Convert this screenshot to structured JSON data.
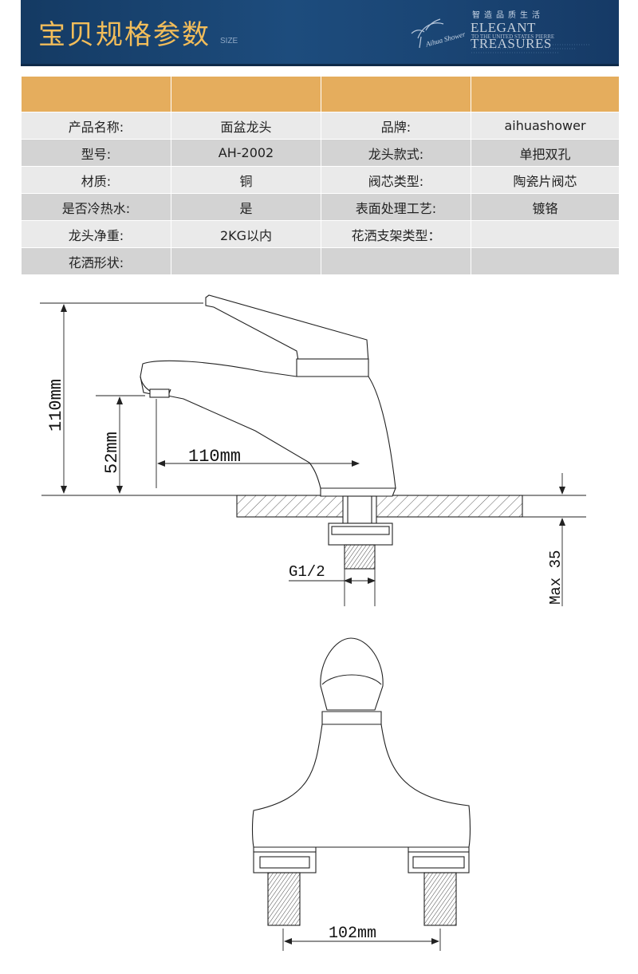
{
  "header": {
    "title": "宝贝规格参数",
    "subtitle": "SIZE",
    "logo_text": "Aihua Shower",
    "slogan_cn": "智造品质生活",
    "slogan_en": "ELEGANT TREASURES",
    "slogan_en_small": "TO THE UNITED STATES PIERRE"
  },
  "spec_table": {
    "header_row": [
      "",
      "",
      "",
      ""
    ],
    "rows": [
      [
        "产品名称:",
        "面盆龙头",
        "品牌:",
        "aihuashower"
      ],
      [
        "型号:",
        "AH-2002",
        "龙头款式:",
        "单把双孔"
      ],
      [
        "材质:",
        "铜",
        "阀芯类型:",
        "陶瓷片阀芯"
      ],
      [
        "是否冷热水:",
        "是",
        "表面处理工艺:",
        "镀铬"
      ],
      [
        "龙头净重:",
        "2KG以内",
        "花洒支架类型：",
        ""
      ],
      [
        "花洒形状:",
        "",
        "",
        ""
      ]
    ]
  },
  "drawing": {
    "height_total": "110mm",
    "spout_height": "52mm",
    "spout_reach": "110mm",
    "thread": "G1/2",
    "max_thickness": "Max 35",
    "hole_spacing": "102mm"
  },
  "colors": {
    "banner_bg": "#1a4574",
    "title_gold": "#f2bd5a",
    "table_header": "#e5ad5d",
    "row_light": "#eaeaea",
    "row_dark": "#d3d3d3"
  }
}
